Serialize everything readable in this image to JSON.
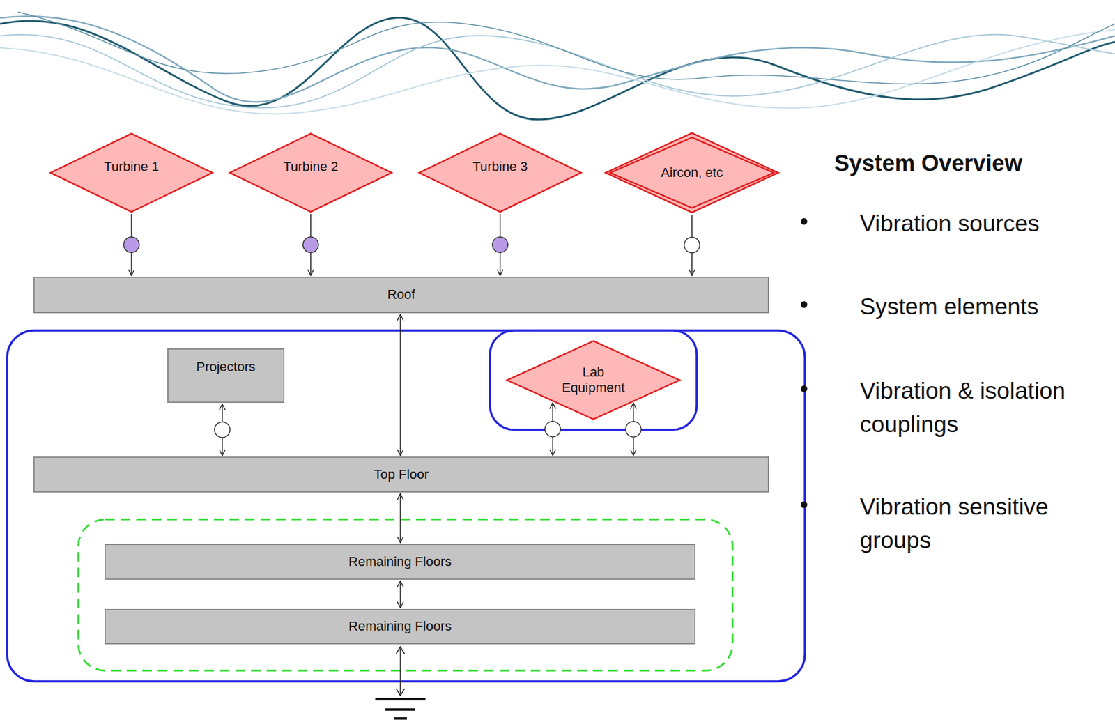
{
  "diagram": {
    "title": "System Overview",
    "nodes": [
      {
        "text": [
          "Turbine 1"
        ]
      },
      {
        "text": [
          "Turbine 2"
        ]
      },
      {
        "text": [
          "Turbine 3"
        ]
      },
      {
        "text": [
          "Aircon, etc"
        ]
      },
      {
        "text": [
          "Roof"
        ]
      },
      {
        "text": [
          "Projectors"
        ]
      },
      {
        "text": [
          "Lab Equipment"
        ]
      },
      {
        "text": [
          "Top Floor"
        ]
      },
      {
        "text": [
          "Remaining Floors"
        ]
      },
      {
        "text": [
          "Remaining Floors"
        ]
      }
    ],
    "edges": [
      {
        "from": 0,
        "to": 4,
        "arrow": "to"
      },
      {
        "from": 1,
        "to": 4,
        "arrow": "to"
      },
      {
        "from": 2,
        "to": 4,
        "arrow": "to"
      },
      {
        "from": 3,
        "to": 4,
        "arrow": "to"
      },
      {
        "from": 4,
        "to": 7,
        "arrow": "both"
      },
      {
        "from": 5,
        "to": 7,
        "arrow": "both"
      },
      {
        "from": 6,
        "to": 7,
        "arrow": "both"
      },
      {
        "from": 6,
        "to": 7,
        "arrow": "both"
      },
      {
        "from": 7,
        "to": 8,
        "arrow": "both"
      },
      {
        "from": 8,
        "to": 9,
        "arrow": "both"
      }
    ],
    "labels": [
      "Vibration sources",
      "System elements",
      "Vibration & isolation couplings",
      "Vibration sensitive groups"
    ]
  }
}
